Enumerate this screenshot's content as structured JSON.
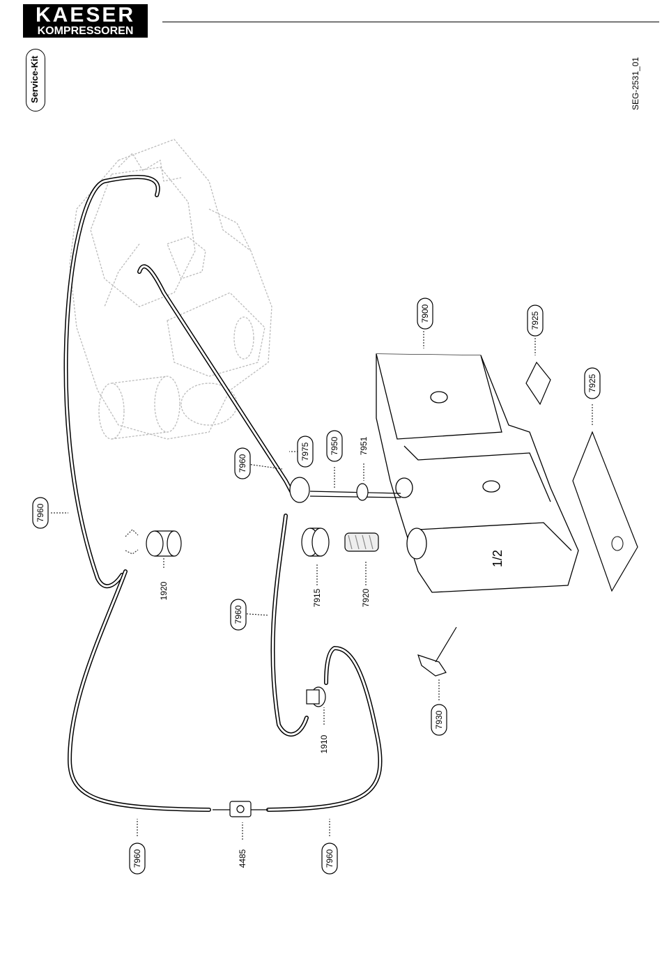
{
  "header": {
    "brand": "KAESER",
    "brand_sub": "KOMPRESSOREN",
    "kit_label": "Service-Kit",
    "doc_ref": "SEG-2531_01"
  },
  "parts": [
    {
      "id": "7900"
    },
    {
      "id": "7925"
    },
    {
      "id": "7925"
    },
    {
      "id": "7975"
    },
    {
      "id": "7950"
    },
    {
      "id": "7951"
    },
    {
      "id": "7960"
    },
    {
      "id": "7960"
    },
    {
      "id": "7960"
    },
    {
      "id": "7960"
    },
    {
      "id": "7960"
    },
    {
      "id": "1920"
    },
    {
      "id": "7915"
    },
    {
      "id": "7920"
    },
    {
      "id": "1910"
    },
    {
      "id": "7930"
    },
    {
      "id": "4485"
    }
  ],
  "tank_marking": "1/2"
}
